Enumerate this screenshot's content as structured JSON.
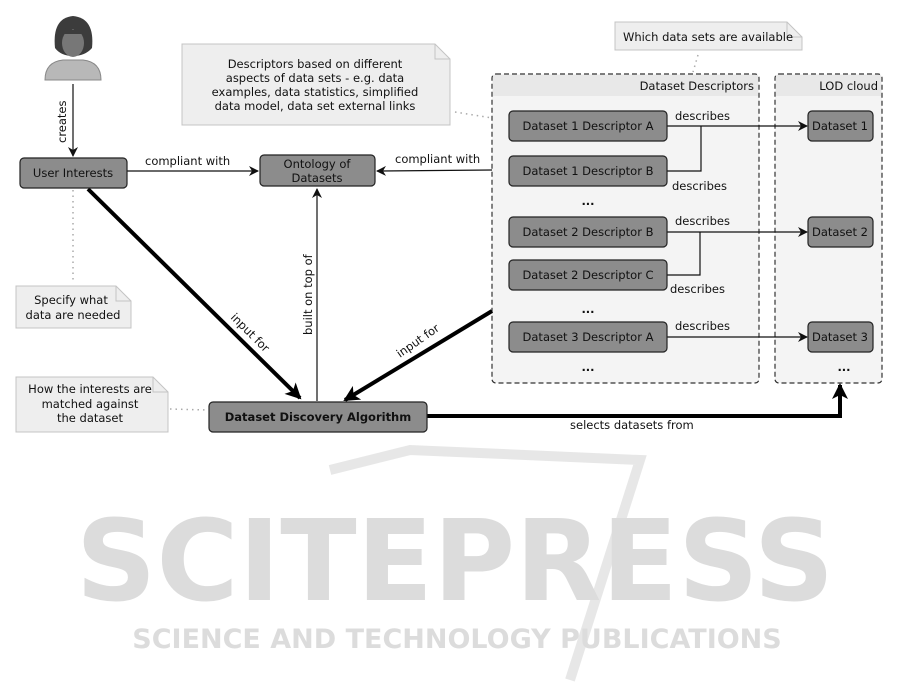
{
  "watermark": {
    "brand": "SCITEPRESS",
    "tagline": "SCIENCE AND TECHNOLOGY PUBLICATIONS"
  },
  "nodes": {
    "user_interests": "User Interests",
    "ontology_line1": "Ontology of",
    "ontology_line2": "Datasets",
    "algorithm": "Dataset Discovery Algorithm",
    "descriptors": [
      "Dataset 1 Descriptor A",
      "Dataset 1 Descriptor B",
      "Dataset 2 Descriptor B",
      "Dataset 2 Descriptor C",
      "Dataset 3 Descriptor A"
    ],
    "datasets": [
      "Dataset 1",
      "Dataset 2",
      "Dataset 3"
    ],
    "ellipsis": "..."
  },
  "groups": {
    "descriptors_title": "Dataset Descriptors",
    "lod_title": "LOD cloud"
  },
  "edges": {
    "creates": "creates",
    "compliant_with": "compliant with",
    "built_on_top_of": "built on top of",
    "input_for": "input for",
    "describes": "describes",
    "selects_datasets_from": "selects datasets from"
  },
  "notes": {
    "descriptors_note": [
      "Descriptors based on different",
      "aspects of data sets - e.g. data",
      "examples, data statistics, simplified",
      "data model, data set external links"
    ],
    "available_note": "Which data sets are available",
    "specify_note": [
      "Specify what",
      "data are needed"
    ],
    "matched_note": [
      "How the interests are",
      "matched against",
      "the dataset"
    ]
  }
}
